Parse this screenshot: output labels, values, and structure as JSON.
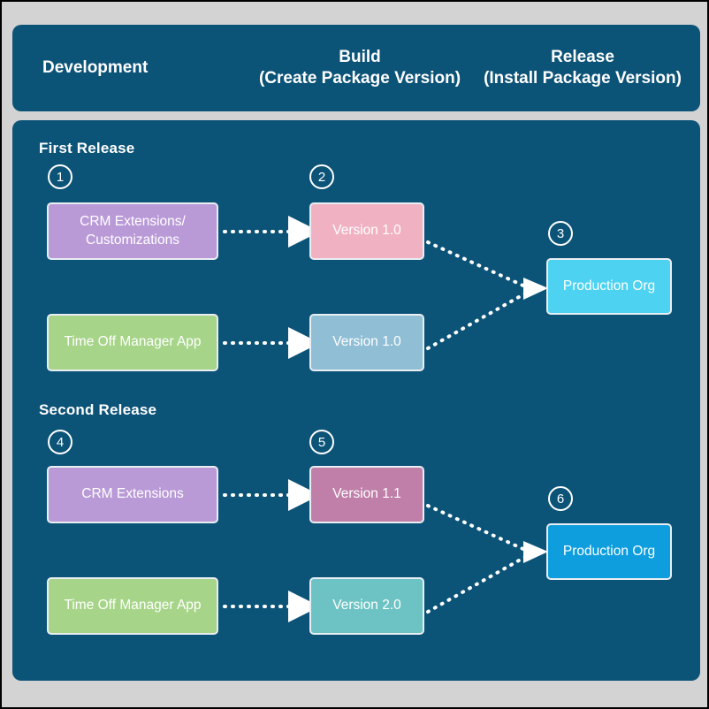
{
  "header": {
    "columns": [
      {
        "id": "development",
        "lines": [
          "Development"
        ]
      },
      {
        "id": "build",
        "lines": [
          "Build",
          "(Create Package Version)"
        ]
      },
      {
        "id": "release",
        "lines": [
          "Release",
          "(Install Package Version)"
        ]
      }
    ],
    "development_label": "Development",
    "build_line1": "Build",
    "build_line2": "(Create Package Version)",
    "release_line1": "Release",
    "release_line2": "(Install Package Version)"
  },
  "sections": {
    "first": {
      "title": "First Release"
    },
    "second": {
      "title": "Second Release"
    }
  },
  "nodes": {
    "crm_ext_custom": {
      "label": "CRM Extensions/\nCustomizations",
      "color": "#b99ad7",
      "step": "1"
    },
    "time_off_1": {
      "label": "Time Off Manager App",
      "color": "#a6d488",
      "step": ""
    },
    "version_1_0_crm": {
      "label": "Version 1.0",
      "color": "#f0b2c3",
      "step": "2"
    },
    "version_1_0_app": {
      "label": "Version 1.0",
      "color": "#8fbed5",
      "step": ""
    },
    "production_org_1": {
      "label": "Production Org",
      "color": "#4ed2f2",
      "step": "3"
    },
    "crm_ext": {
      "label": "CRM Extensions",
      "color": "#b99ad7",
      "step": "4"
    },
    "time_off_2": {
      "label": "Time Off Manager App",
      "color": "#a6d488",
      "step": ""
    },
    "version_1_1": {
      "label": "Version 1.1",
      "color": "#c07fa9",
      "step": "5"
    },
    "version_2_0": {
      "label": "Version 2.0",
      "color": "#6dc3c3",
      "step": ""
    },
    "production_org_2": {
      "label": "Production Org",
      "color": "#0e9ede",
      "step": "6"
    }
  },
  "badges": {
    "step1": "1",
    "step2": "2",
    "step3": "3",
    "step4": "4",
    "step5": "5",
    "step6": "6"
  },
  "colors": {
    "page_background": "#d3d3d3",
    "panel": "#0c5378",
    "box_border": "#e9eef2",
    "text": "#ffffff",
    "connector": "#ffffff"
  }
}
